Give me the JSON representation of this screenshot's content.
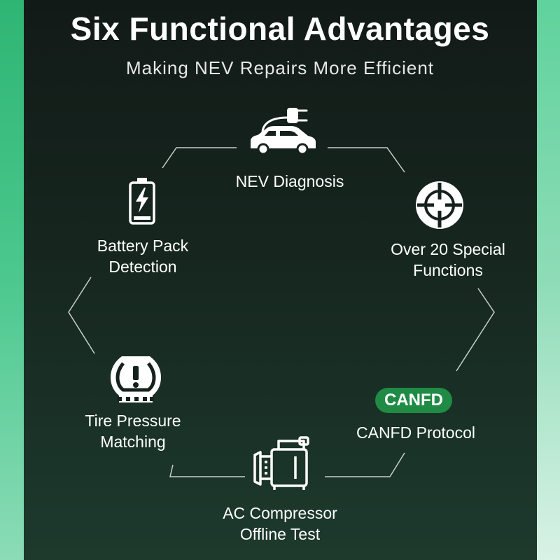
{
  "header": {
    "title": "Six Functional Advantages",
    "subtitle": "Making NEV Repairs More Efficient"
  },
  "features": {
    "nev_diagnosis": {
      "label": "NEV Diagnosis",
      "icon": "ev-car-plug-icon"
    },
    "special_functions": {
      "line1": "Over 20 Special",
      "line2": "Functions",
      "icon": "crosshair-icon"
    },
    "canfd": {
      "badge": "CANFD",
      "label": "CANFD Protocol"
    },
    "ac_compressor": {
      "line1": "AC Compressor",
      "line2": "Offline Test",
      "icon": "compressor-icon"
    },
    "tire_pressure": {
      "line1": "Tire Pressure",
      "line2": "Matching",
      "icon": "tpms-icon"
    },
    "battery_pack": {
      "line1": "Battery Pack",
      "line2": "Detection",
      "icon": "battery-icon"
    }
  },
  "colors": {
    "panel_top": "#121a17",
    "panel_bottom": "#1d3a2d",
    "badge_green": "#1f8b44",
    "side_green": "#47c98d"
  }
}
